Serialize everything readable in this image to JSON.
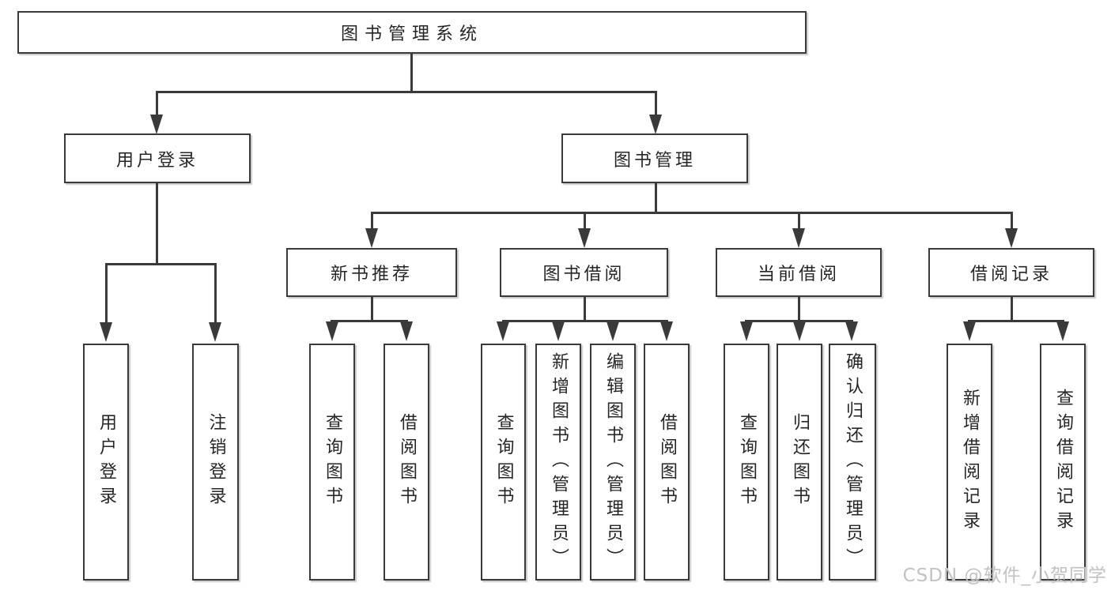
{
  "diagram": {
    "type": "hierarchy-flowchart",
    "root": {
      "label": "图书管理系统"
    },
    "level1": [
      {
        "label": "用户登录",
        "children": [
          {
            "label": "用户登录"
          },
          {
            "label": "注销登录"
          }
        ]
      },
      {
        "label": "图书管理",
        "children": [
          {
            "label": "新书推荐",
            "children": [
              {
                "label": "查询图书"
              },
              {
                "label": "借阅图书"
              }
            ]
          },
          {
            "label": "图书借阅",
            "children": [
              {
                "label": "查询图书"
              },
              {
                "label": "新增图书（管理员）"
              },
              {
                "label": "编辑图书（管理员）"
              },
              {
                "label": "借阅图书"
              }
            ]
          },
          {
            "label": "当前借阅",
            "children": [
              {
                "label": "查询图书"
              },
              {
                "label": "归还图书"
              },
              {
                "label": "确认归还（管理员）"
              }
            ]
          },
          {
            "label": "借阅记录",
            "children": [
              {
                "label": "新增借阅记录"
              },
              {
                "label": "查询借阅记录"
              }
            ]
          }
        ]
      }
    ]
  },
  "watermark": {
    "text": "CSDN @软件_小贺同学",
    "color": "#c2c2c2"
  },
  "colors": {
    "line": "#3a3a3a",
    "text": "#262626",
    "background": "#ffffff",
    "box_fill": "#ffffff"
  }
}
